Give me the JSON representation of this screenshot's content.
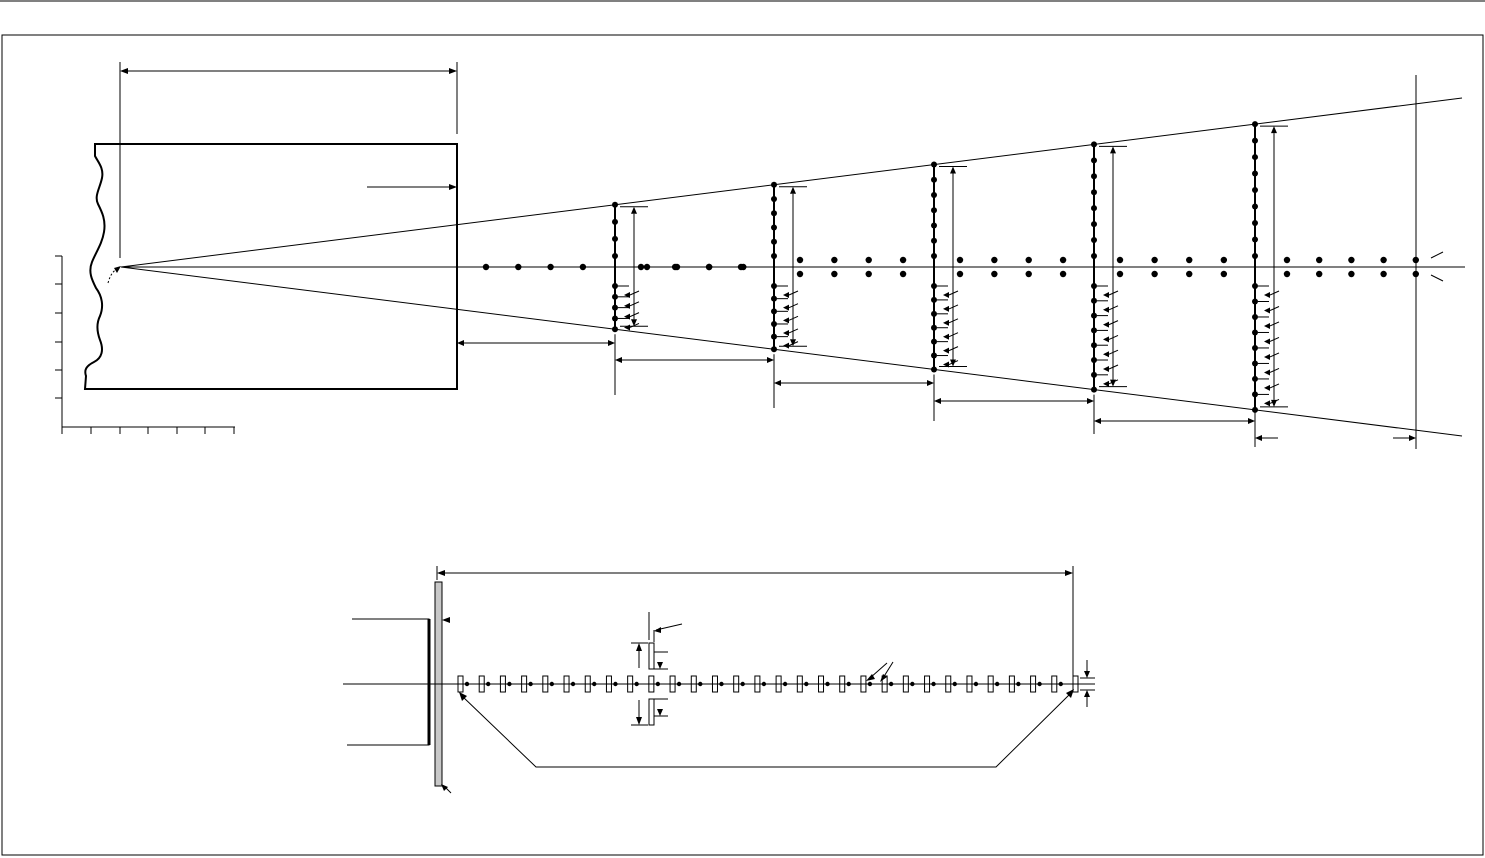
{
  "diagram": {
    "colors": {
      "ink": "#000000",
      "background": "#ffffff",
      "reflector": "#c8c8c8"
    },
    "plan_view": {
      "stations": 5,
      "dots_per_upper_column": [
        4,
        6,
        7,
        8,
        9
      ],
      "dots_per_lower_column": [
        4,
        5,
        6,
        7,
        8
      ],
      "axis_dot_rows_between_columns": [
        1,
        2,
        2,
        2,
        2
      ],
      "axis_dots_per_gap": 4
    },
    "side_view": {
      "element_count": 30,
      "has_reflector_plate": true
    }
  }
}
